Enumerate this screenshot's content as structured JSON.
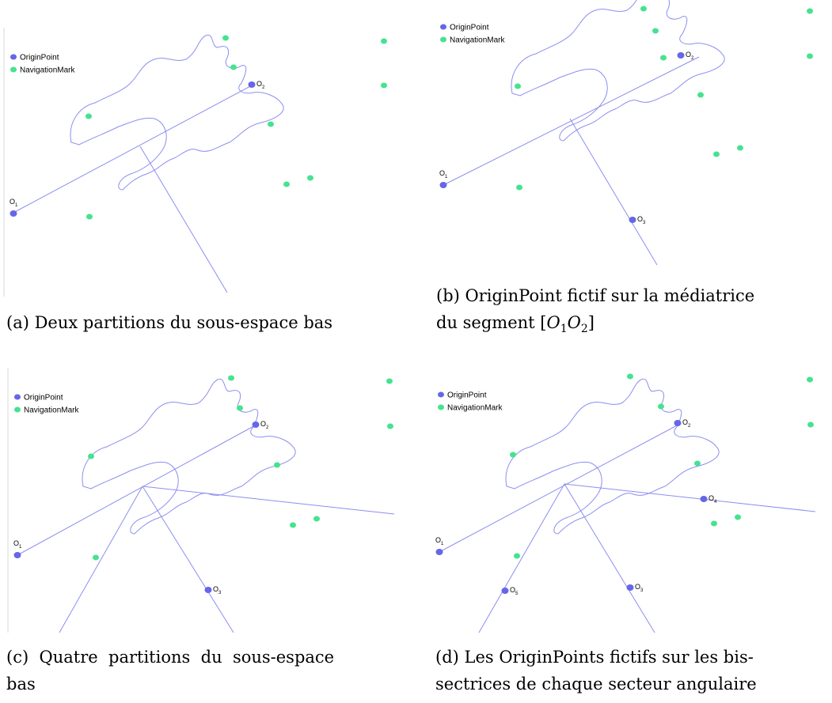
{
  "colors": {
    "origin": "#6566e8",
    "nav": "#45e38f",
    "line": "#8c8ef0",
    "coast": "#8c8ef0"
  },
  "legend": {
    "origin_label": "OriginPoint",
    "nav_label": "NavigationMark"
  },
  "panels": [
    {
      "id": "a",
      "caption": "(a) Deux partitions du sous-espace bas",
      "origin_labels": [
        "O1",
        "O2"
      ]
    },
    {
      "id": "b",
      "caption_line1": "(b) OriginPoint fictif sur la médiatrice",
      "caption_line2_prefix": "du segment ",
      "caption_math": "[O1O2]",
      "origin_labels": [
        "O1",
        "O2",
        "O3"
      ]
    },
    {
      "id": "c",
      "caption_line1": "(c)  Quatre  partitions  du  sous-espace",
      "caption_line2": "bas",
      "origin_labels": [
        "O1",
        "O2",
        "O3"
      ]
    },
    {
      "id": "d",
      "caption_line1": "(d) Les OriginPoints fictifs sur les bis-",
      "caption_line2": "sectrices de chaque secteur angulaire",
      "origin_labels": [
        "O1",
        "O2",
        "O3",
        "O4",
        "O5"
      ]
    }
  ]
}
